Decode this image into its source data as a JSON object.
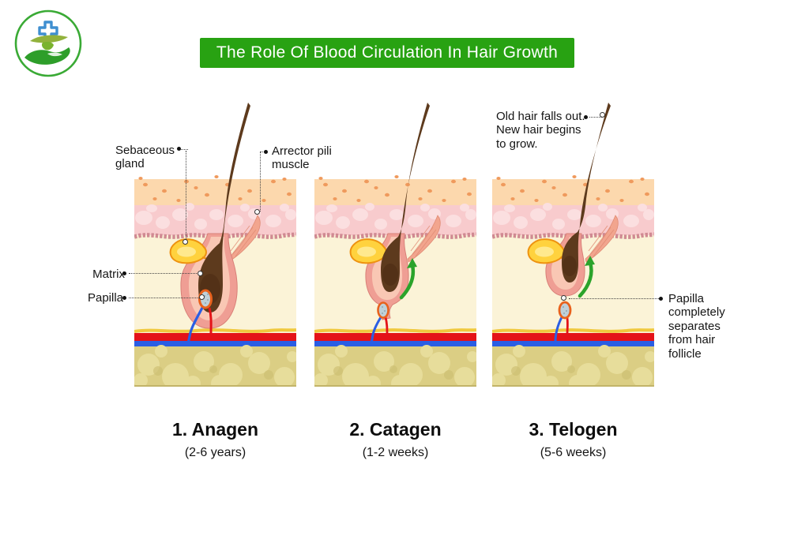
{
  "header": {
    "title": "The Role Of Blood Circulation In Hair Growth",
    "banner_color": "#28a212",
    "logo": "health-care-hand-cross-logo"
  },
  "annotations": {
    "sebaceous_gland": "Sebaceous gland",
    "arrector_pili": "Arrector pili muscle",
    "matrix": "Matrix",
    "papilla": "Papilla",
    "old_hair": "Old hair falls out. New hair begins to grow.",
    "papilla_separates": "Papilla completely separates from hair follicle"
  },
  "phases": [
    {
      "name": "1. Anagen",
      "duration": "(2-6 years)"
    },
    {
      "name": "2. Catagen",
      "duration": "(1-2 weeks)"
    },
    {
      "name": "3. Telogen",
      "duration": "(5-6 weeks)"
    }
  ],
  "colors": {
    "banner_green": "#28a212",
    "epidermis_peach": "#fcd8ad",
    "dermis_pink": "#f8cbcd",
    "tissue_cream": "#fbf3d7",
    "artery_red": "#e41318",
    "vein_blue": "#2a5ee4",
    "fat_khaki": "#dbce84",
    "hair_brown": "#5d3a1d",
    "sheath_pink": "#ef9e94",
    "sebaceous_yellow": "#ffd23e",
    "arrow_green": "#2ba32b"
  }
}
